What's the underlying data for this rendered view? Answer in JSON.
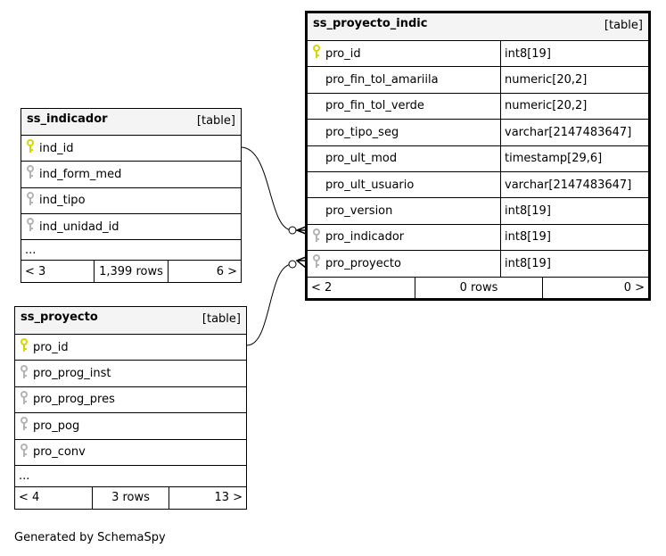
{
  "tables": [
    {
      "id": "ss_indicador",
      "name": "ss_indicador",
      "kind": "[table]",
      "columns": [
        {
          "name": "ind_id",
          "key": "pk"
        },
        {
          "name": "ind_form_med",
          "key": "fk"
        },
        {
          "name": "ind_tipo",
          "key": "fk"
        },
        {
          "name": "ind_unidad_id",
          "key": "fk"
        }
      ],
      "more": "...",
      "footer": {
        "parents": "< 3",
        "rows": "1,399 rows",
        "children": "6 >"
      }
    },
    {
      "id": "ss_proyecto",
      "name": "ss_proyecto",
      "kind": "[table]",
      "columns": [
        {
          "name": "pro_id",
          "key": "pk"
        },
        {
          "name": "pro_prog_inst",
          "key": "fk"
        },
        {
          "name": "pro_prog_pres",
          "key": "fk"
        },
        {
          "name": "pro_pog",
          "key": "fk"
        },
        {
          "name": "pro_conv",
          "key": "fk"
        }
      ],
      "more": "...",
      "footer": {
        "parents": "< 4",
        "rows": "3 rows",
        "children": "13 >"
      }
    },
    {
      "id": "ss_proyecto_indic",
      "name": "ss_proyecto_indic",
      "kind": "[table]",
      "columns": [
        {
          "name": "pro_id",
          "type": "int8[19]",
          "key": "pk"
        },
        {
          "name": "pro_fin_tol_amariila",
          "type": "numeric[20,2]",
          "key": ""
        },
        {
          "name": "pro_fin_tol_verde",
          "type": "numeric[20,2]",
          "key": ""
        },
        {
          "name": "pro_tipo_seg",
          "type": "varchar[2147483647]",
          "key": ""
        },
        {
          "name": "pro_ult_mod",
          "type": "timestamp[29,6]",
          "key": ""
        },
        {
          "name": "pro_ult_usuario",
          "type": "varchar[2147483647]",
          "key": ""
        },
        {
          "name": "pro_version",
          "type": "int8[19]",
          "key": ""
        },
        {
          "name": "pro_indicador",
          "type": "int8[19]",
          "key": "fk"
        },
        {
          "name": "pro_proyecto",
          "type": "int8[19]",
          "key": "fk"
        }
      ],
      "footer": {
        "parents": "< 2",
        "rows": "0 rows",
        "children": "0 >"
      }
    }
  ],
  "colors": {
    "pk": "#d6d600",
    "fk": "#b4b4b4",
    "header": "#f4f4f4"
  },
  "caption": "Generated by SchemaSpy"
}
